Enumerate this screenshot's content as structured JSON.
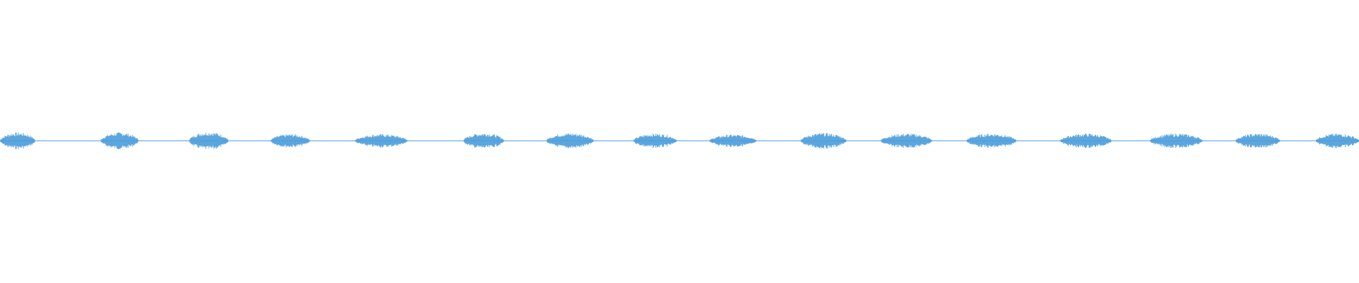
{
  "waveform": {
    "color": "#4a9cdb",
    "baseline_color": "#4a9cdb",
    "background": "#ffffff",
    "bursts": [
      {
        "start": 0.0,
        "end": 0.026,
        "amplitude": 0.3
      },
      {
        "start": 0.074,
        "end": 0.102,
        "amplitude": 0.3
      },
      {
        "start": 0.139,
        "end": 0.168,
        "amplitude": 0.32
      },
      {
        "start": 0.199,
        "end": 0.228,
        "amplitude": 0.24
      },
      {
        "start": 0.261,
        "end": 0.3,
        "amplitude": 0.24
      },
      {
        "start": 0.341,
        "end": 0.371,
        "amplitude": 0.28
      },
      {
        "start": 0.402,
        "end": 0.437,
        "amplitude": 0.28
      },
      {
        "start": 0.466,
        "end": 0.498,
        "amplitude": 0.26
      },
      {
        "start": 0.522,
        "end": 0.557,
        "amplitude": 0.22
      },
      {
        "start": 0.589,
        "end": 0.623,
        "amplitude": 0.28
      },
      {
        "start": 0.648,
        "end": 0.686,
        "amplitude": 0.26
      },
      {
        "start": 0.711,
        "end": 0.748,
        "amplitude": 0.26
      },
      {
        "start": 0.78,
        "end": 0.818,
        "amplitude": 0.26
      },
      {
        "start": 0.846,
        "end": 0.885,
        "amplitude": 0.26
      },
      {
        "start": 0.909,
        "end": 0.942,
        "amplitude": 0.26
      },
      {
        "start": 0.968,
        "end": 1.0,
        "amplitude": 0.26
      }
    ]
  }
}
